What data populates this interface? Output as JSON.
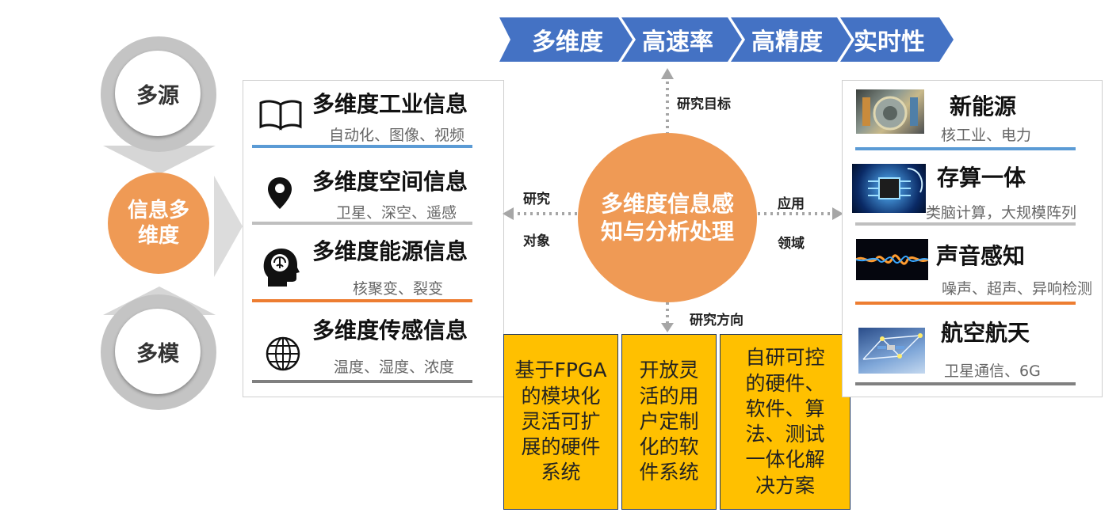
{
  "left": {
    "top_label": "多源",
    "middle_label": "信息多维度",
    "bottom_label": "多模"
  },
  "banner": [
    "多维度",
    "高速率",
    "高精度",
    "实时性"
  ],
  "center": {
    "title": "多维度信息感知与分析处理",
    "up_label": "研究目标",
    "left_label_1": "研究",
    "left_label_2": "对象",
    "right_label_1": "应用",
    "right_label_2": "领域",
    "down_label": "研究方向"
  },
  "research_objects": [
    {
      "title": "多维度工业信息",
      "subtitle": "自动化、图像、视频",
      "icon": "book-icon",
      "bar_color": "#5b9bd5"
    },
    {
      "title": "多维度空间信息",
      "subtitle": "卫星、深空、遥感",
      "icon": "location-pin-icon",
      "bar_color": "#bfbfbf"
    },
    {
      "title": "多维度能源信息",
      "subtitle": "核聚变、裂变",
      "icon": "brain-head-icon",
      "bar_color": "#ed7d31"
    },
    {
      "title": "多维度传感信息",
      "subtitle": "温度、湿度、浓度",
      "icon": "globe-icon",
      "bar_color": "#808080"
    }
  ],
  "applications": [
    {
      "title": "新能源",
      "subtitle": "核工业、电力",
      "image": "nuclear-reactor-image",
      "bar_color": "#5b9bd5"
    },
    {
      "title": "存算一体",
      "subtitle": "类脑计算，大规模阵列",
      "image": "chip-brain-image",
      "bar_color": "#bfbfbf"
    },
    {
      "title": "声音感知",
      "subtitle": "噪声、超声、异响检测",
      "image": "sound-wave-image",
      "bar_color": "#ed7d31"
    },
    {
      "title": "航空航天",
      "subtitle": "卫星通信、6G",
      "image": "satellite-network-image",
      "bar_color": "#808080"
    }
  ],
  "directions": [
    "基于FPGA的模块化灵活可扩展的硬件系统",
    "开放灵活的用户定制化的软件系统",
    "自研可控的硬件、软件、算法、测试一体化解决方案"
  ],
  "colors": {
    "banner_blue": "#4472c4",
    "center_orange": "#ef9a55",
    "direction_yellow": "#ffc000",
    "ring_gray": "#c4c4c4"
  }
}
